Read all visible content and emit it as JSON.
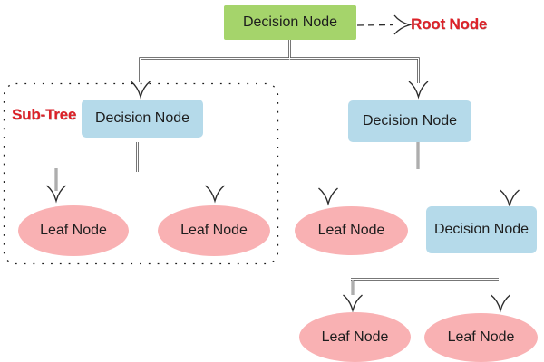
{
  "nodes": {
    "root": "Decision Node",
    "subtree_decision": "Decision Node",
    "subtree_leaf1": "Leaf Node",
    "subtree_leaf2": "Leaf Node",
    "right_decision": "Decision Node",
    "right_leaf": "Leaf Node",
    "right_decision2": "Decision Node",
    "bottom_leaf1": "Leaf Node",
    "bottom_leaf2": "Leaf Node"
  },
  "annotations": {
    "root_pointer_label": "Root Node",
    "subtree_label": "Sub-Tree"
  },
  "colors": {
    "root_fill": "#a5d46b",
    "decision_fill": "#b5daea",
    "leaf_fill": "#f9b1b3",
    "annotation_red": "#de2128",
    "line": "#4a4a4a",
    "arrow": "#2b2b2b",
    "node_text": "#1d1d1d",
    "border_dash": "#1a1a1a"
  }
}
